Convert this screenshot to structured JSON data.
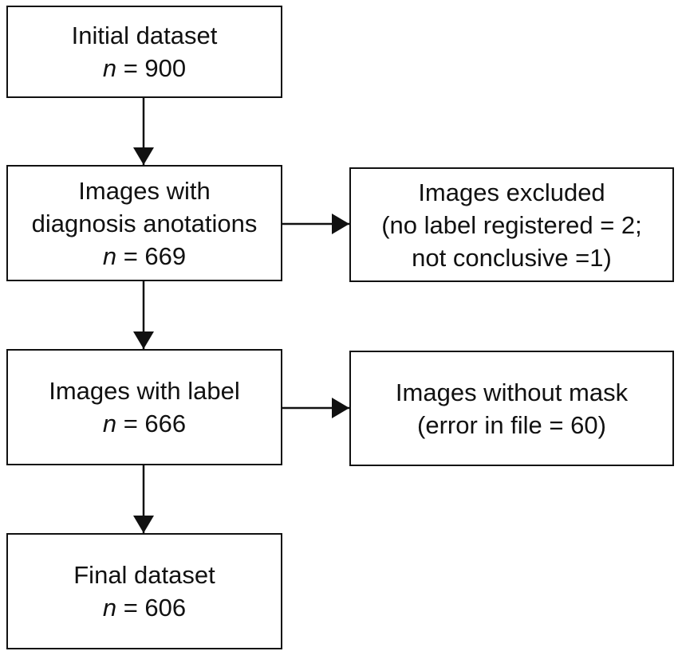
{
  "flowchart": {
    "initial": {
      "title": "Initial dataset",
      "n_label": "n",
      "n_value": "= 900"
    },
    "diagnosis": {
      "title_line1": "Images with",
      "title_line2": "diagnosis anotations",
      "n_label": "n",
      "n_value": "= 669"
    },
    "excluded": {
      "title": "Images excluded",
      "detail_line1": "(no label registered = 2;",
      "detail_line2": "not conclusive =1)"
    },
    "labeled": {
      "title": "Images with label",
      "n_label": "n",
      "n_value": "= 666"
    },
    "without_mask": {
      "title": "Images without mask",
      "detail": "(error in file = 60)"
    },
    "final": {
      "title": "Final dataset",
      "n_label": "n",
      "n_value": "= 606"
    }
  }
}
